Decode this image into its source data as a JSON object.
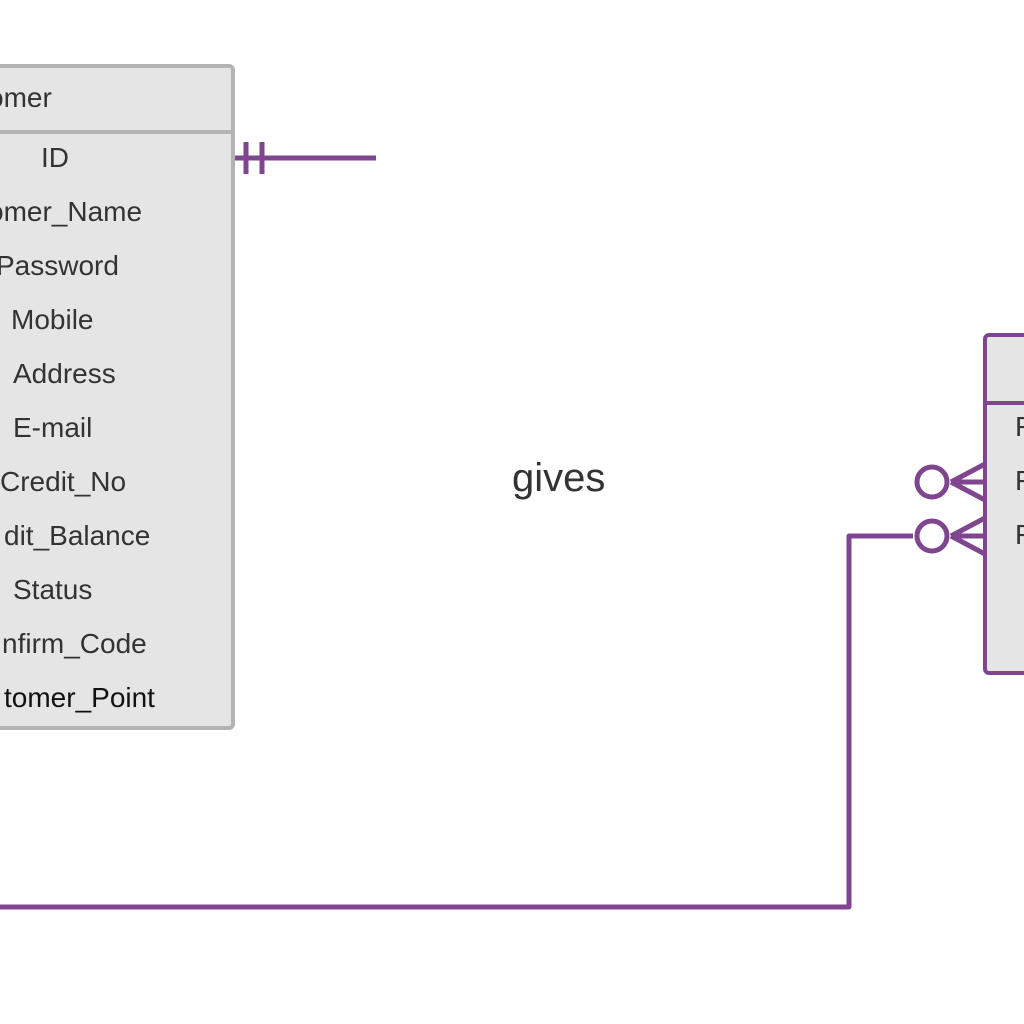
{
  "diagram": {
    "type": "er-diagram",
    "line_color": "#7f468f",
    "entity_border_color": "#b3b3b3",
    "entity_fill_color": "#e5e5e5",
    "left_entity": {
      "title": "omer",
      "attributes": [
        "ID",
        "omer_Name",
        "Password",
        "Mobile",
        "Address",
        "E-mail",
        "Credit_No",
        "dit_Balance",
        "Status",
        "nfirm_Code",
        "tomer_Point"
      ]
    },
    "right_entity": {
      "title": "",
      "attributes": [
        "F",
        "F",
        "F"
      ]
    },
    "relationships": [
      {
        "label": "gives",
        "from": "left_entity",
        "to": "right_entity",
        "from_cardinality": "one-and-only-one",
        "to_cardinality": "zero-or-many"
      },
      {
        "label": "",
        "from": "offscreen-left",
        "to": "right_entity",
        "to_cardinality": "zero-or-many"
      }
    ]
  }
}
